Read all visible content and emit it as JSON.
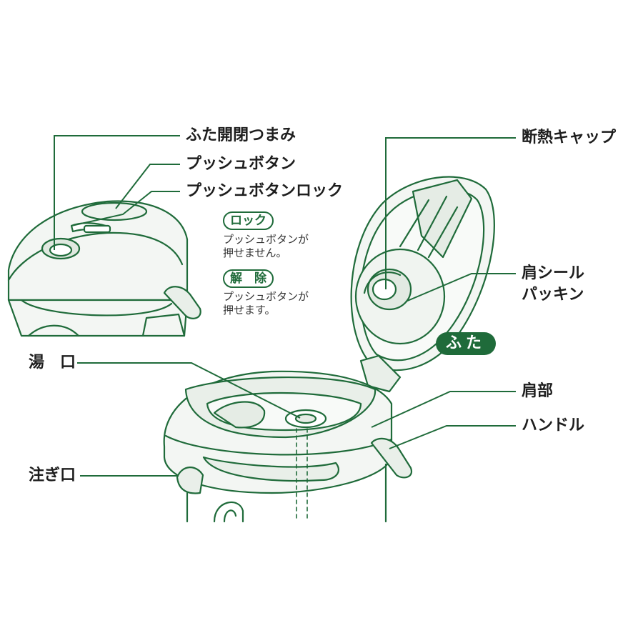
{
  "colors": {
    "stroke": "#1f6b3a",
    "fill": "#e9efe9",
    "leader": "#1f6b3a"
  },
  "labels": {
    "futa_knob": "ふた開閉つまみ",
    "push_button": "プッシュボタン",
    "push_lock": "プッシュボタンロック",
    "lock_badge": "ロック",
    "lock_desc_1": "プッシュボタンが",
    "lock_desc_2": "押せません。",
    "unlock_badge": "解　除",
    "unlock_desc_1": "プッシュボタンが",
    "unlock_desc_2": "押せます。",
    "insulation_cap": "断熱キャップ",
    "shoulder_seal_1": "肩シール",
    "shoulder_seal_2": "パッキン",
    "lid": "ふた",
    "hot_water_port": "湯　口",
    "shoulder": "肩部",
    "handle": "ハンドル",
    "spout": "注ぎ口"
  }
}
